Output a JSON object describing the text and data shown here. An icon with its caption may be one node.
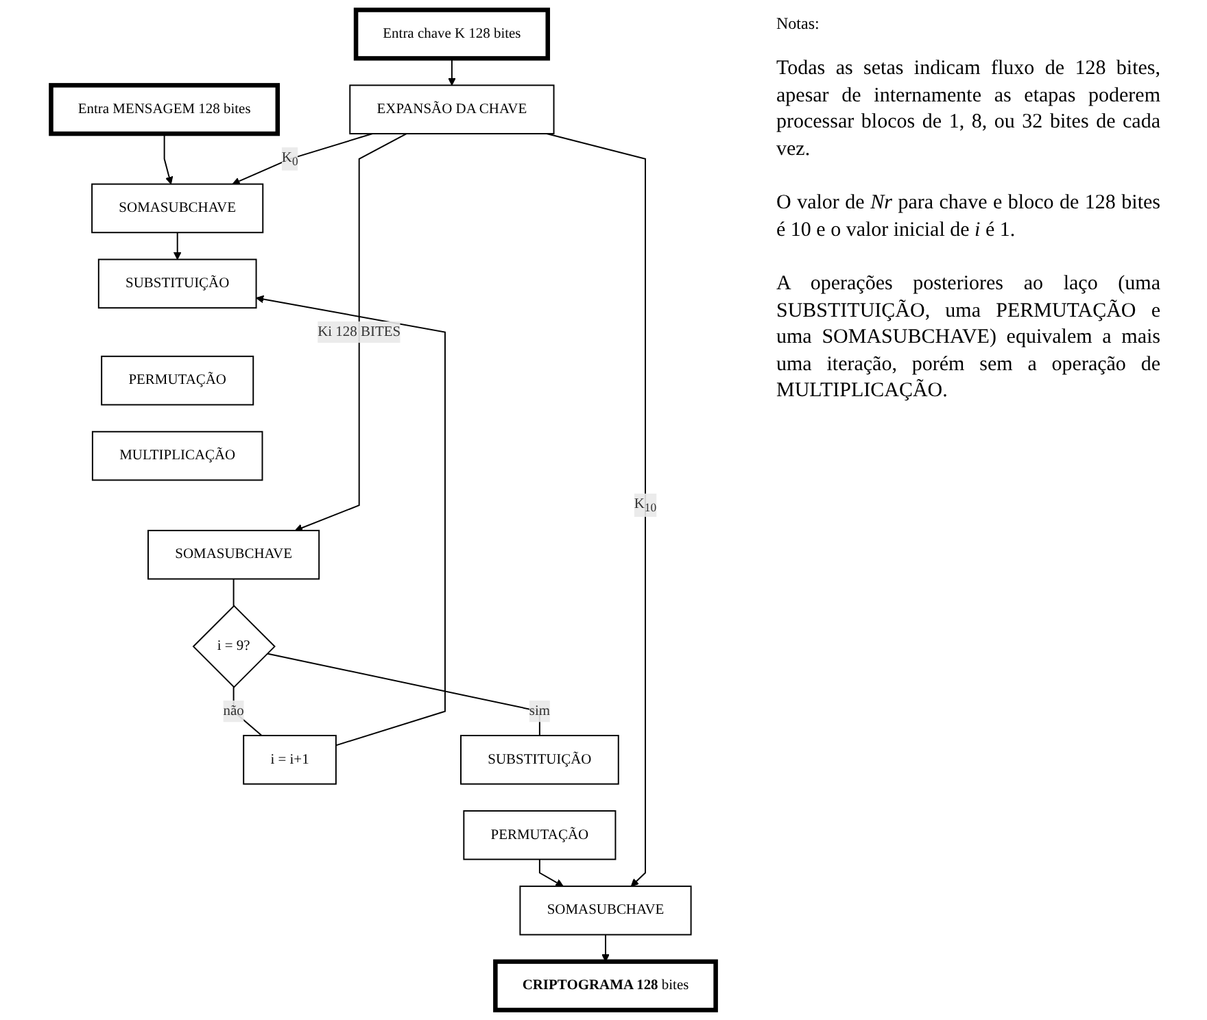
{
  "diagram": {
    "nodes": [
      {
        "text": [
          "Entra chave K 128 bites"
        ]
      },
      {
        "text": [
          "Entra MENSAGEM 128 bites"
        ]
      },
      {
        "text": [
          "EXPANSÃO DA CHAVE"
        ]
      },
      {
        "text": [
          "SOMASUBCHAVE"
        ]
      },
      {
        "text": [
          "SUBSTITUIÇÃO"
        ]
      },
      {
        "text": [
          "PERMUTAÇÃO"
        ]
      },
      {
        "text": [
          "MULTIPLICAÇÃO"
        ]
      },
      {
        "text": [
          "SOMASUBCHAVE"
        ]
      },
      {
        "text": [
          "i = 9?"
        ]
      },
      {
        "text": [
          "i = i+1"
        ]
      },
      {
        "text": [
          "SUBSTITUIÇÃO"
        ]
      },
      {
        "text": [
          "PERMUTAÇÃO"
        ]
      },
      {
        "text": [
          "SOMASUBCHAVE"
        ]
      },
      {
        "text": [
          "**CRIPTOGRAMA 128** bites"
        ]
      }
    ],
    "edges": [
      {
        "from": 0,
        "to": 2,
        "arrow": "to"
      },
      {
        "from": 1,
        "to": 3,
        "arrow": "to"
      },
      {
        "from": 2,
        "to": 3,
        "label": "K$_{0}$",
        "arrow": "to"
      },
      {
        "from": 3,
        "to": 4,
        "arrow": "to"
      },
      {
        "from": 2,
        "to": 7,
        "label": "Ki 128 BITES",
        "arrow": "to"
      },
      {
        "from": 7,
        "to": 8,
        "arrow": "none"
      },
      {
        "from": 8,
        "to": 9,
        "label": "não",
        "arrow": "none"
      },
      {
        "from": 9,
        "to": 4,
        "arrow": "to"
      },
      {
        "from": 8,
        "to": 10,
        "label": "sim",
        "arrow": "none"
      },
      {
        "from": 11,
        "to": 12,
        "arrow": "to"
      },
      {
        "from": 2,
        "to": 12,
        "label": "K$_{10}$",
        "arrow": "to"
      },
      {
        "from": 12,
        "to": 13,
        "arrow": "to"
      }
    ],
    "labels": [
      "Notas:",
      "Todas as setas indicam fluxo de 128 bites, apesar de internamente as etapas poderem processar blocos de 1, 8, ou 32 bites de cada vez.",
      "O valor de *Nr* para chave e bloco de 128 bites é 10 e o valor inicial de *i* é 1.",
      "A operações posteriores ao laço (uma SUBSTITUIÇÃO, uma PERMUTAÇÃO e uma SOMASUBCHAVE) equivalem a mais uma iteração, porém sem a operação de MULTIPLICAÇÃO."
    ]
  }
}
